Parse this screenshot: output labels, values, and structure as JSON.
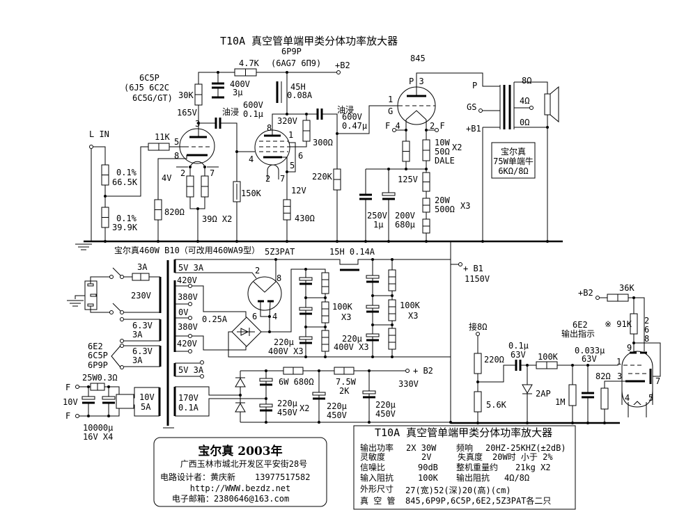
{
  "title": "T10A  真空管单端甲类分体功率放大器",
  "preamp": {
    "tube1_name": "6C5P",
    "tube1_alt1": "(6J5 6C2C",
    "tube1_alt2": "6C5G/GT)",
    "tube1_pins": [
      "3",
      "5",
      "8",
      "2",
      "7"
    ],
    "input_label": "L IN",
    "r_upper_tol": "0.1%",
    "r_upper_val": "66.5K",
    "r_lower_tol": "0.1%",
    "r_lower_val": "39.9K",
    "r_grid": "11K",
    "r_plate": "30K",
    "v_plate": "165V",
    "cap_filter_v": "400V",
    "cap_filter_val": "3μ",
    "r_decouple": "4.7K",
    "b2": "+B2",
    "cap1_type": "油浸",
    "cap1_v": "600V",
    "cap1_val": "0.1μ",
    "v_heater": "4V",
    "r_820": "820Ω",
    "r_39": "39Ω X2",
    "r_150k": "150K",
    "tube2_name": "6P9P",
    "tube2_alt": "(6AG7 6Π9)",
    "tube2_pins": [
      "8",
      "1",
      "4",
      "6",
      "5",
      "2",
      "7"
    ],
    "choke": "45H",
    "choke_a": "0.08A",
    "v_320": "320V",
    "r_300": "300Ω",
    "v_12": "12V",
    "r_430": "430Ω",
    "r_220k": "220K",
    "cap2_type": "油浸",
    "cap2_v": "600V",
    "cap2_val": "0.47μ"
  },
  "output": {
    "tube_name": "845",
    "pin_plate": "P 3",
    "pin_grid_num": "1",
    "pin_grid": "G",
    "pin_f4": "F  4",
    "pin_f2": "2  F",
    "r_fil_1": "10W",
    "r_fil_2": "50Ω",
    "r_fil_3": "DALE",
    "r_fil_x": "X2",
    "v_125": "125V",
    "cap_a_v": "250V",
    "cap_a_val": "1μ",
    "cap_b_v": "200V",
    "cap_b_val": "680μ",
    "r_bias_w": "20W",
    "r_bias_val": "500Ω",
    "r_bias_x": "X3",
    "xfmr_p": "P",
    "xfmr_gs": "GS",
    "xfmr_b1": "+B1",
    "tap_8": "8Ω",
    "tap_4": "4Ω",
    "tap_0": "0Ω",
    "xfmr_box": [
      "宝尔真",
      "75W单端牛",
      "6KΩ/8Ω"
    ]
  },
  "power": {
    "xfmr_label": "宝尔真460W B10（可改用460WA9型）",
    "rect_tube": "5Z3PAT",
    "choke": "15H  0.14A",
    "fuse": "3A",
    "primary_v": "230V",
    "sec_5v": "5V 3A",
    "taps": [
      "420V",
      "380V",
      "0V",
      "380V",
      "420V"
    ],
    "hv_current": "0.25A",
    "rect_pins": [
      "2",
      "8",
      "6",
      "4"
    ],
    "fil1_v": "6.3V",
    "fil1_a": "3A",
    "fil2_v": "6.3V",
    "fil2_a": "3A",
    "fil_tubes": [
      "6E2",
      "6C5P",
      "6P9P"
    ],
    "r_dropper": "25W0.3Ω",
    "f_top": "F",
    "f_bottom": "F",
    "dc_10v": "10V",
    "fil_box_v": "10V",
    "fil_box_a": "5A",
    "fil_cap_1": "10000μ",
    "fil_cap_2": "16V  X4",
    "sec_5v_b": "5V 3A",
    "sec_170_v": "170V",
    "sec_170_a": "0.1A",
    "hv_cap1_1": "220μ",
    "hv_cap1_2": "400V X3",
    "hv_res1_1": "100K",
    "hv_res1_2": "X3",
    "hv_cap2_1": "220μ",
    "hv_cap2_2": "400V X3",
    "hv_res2_1": "100K",
    "hv_res2_2": "X3",
    "b1_label": "+ B1",
    "b1_v": "1150V",
    "r_6w": "6W  680Ω",
    "r_75w_1": "7.5W",
    "r_75w_2": "2K",
    "b2_label": "+ B2",
    "b2_v": "330V",
    "lv_cap1_1": "220μ",
    "lv_cap1_2": "450V",
    "lv_cap1_x": "X2",
    "lv_cap2_1": "220μ",
    "lv_cap2_2": "450V",
    "lv_cap3_1": "220μ",
    "lv_cap3_2": "450V"
  },
  "indicator": {
    "b2": "+B2",
    "r_36k": "36K",
    "r_91k": "※ 91K",
    "pins_268": [
      "2",
      "6",
      "8"
    ],
    "tap": "接8Ω",
    "r_220": "220Ω",
    "r_56k": "5.6K",
    "cap_01_1": "0.1μ",
    "cap_01_2": "63V",
    "r_100k": "100K",
    "diode": "2AP",
    "r_1m": "1M",
    "cap_033_1": "0.033μ",
    "cap_033_2": "63V",
    "r_82": "82Ω",
    "tube_name": "6E2",
    "tube_desc": "输出指示",
    "pins": [
      "9",
      "1",
      "3",
      "7",
      "4",
      "5"
    ]
  },
  "specs": {
    "title": "T10A  真空管单端甲类分体功率放大器",
    "rows": [
      {
        "k1": "输出功率",
        "v1": "2X 30W",
        "k2": "频响",
        "v2": "20HZ-25KHZ(±2dB)"
      },
      {
        "k1": "灵敏度",
        "v1": "2V",
        "k2": "失真度",
        "v2": "20W时 小于 2%"
      },
      {
        "k1": "信噪比",
        "v1": "90dB",
        "k2": "整机重量约",
        "v2": "21kg  X2"
      },
      {
        "k1": "输入阻抗",
        "v1": "100K",
        "k2": "输出阻抗",
        "v2": "4Ω/8Ω"
      }
    ],
    "size_k": "外形尺寸",
    "size_v": "27(宽)52(深)20(高)(cm)",
    "tubes_k": "真 空 管",
    "tubes_v": "845,6P9P,6C5P,6E2,5Z3PAT各二只"
  },
  "credits": {
    "brand": "宝尔真 2003年",
    "address": "广西玉林市城北开发区平安街28号",
    "designer": "电路设计者：黄庆新",
    "phone": "13977517582",
    "url": "http://WWW.bezdz.net",
    "email": "电子邮箱：2380646@163.com"
  }
}
